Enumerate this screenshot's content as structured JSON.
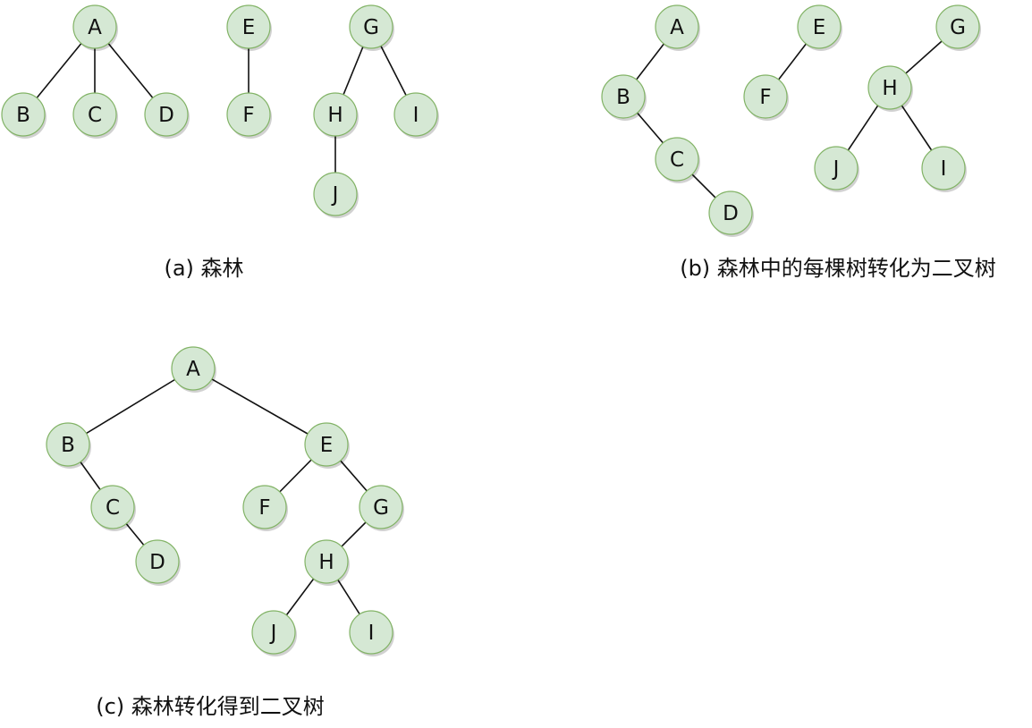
{
  "colors": {
    "node_fill": "#d5e8d4",
    "node_stroke": "#82b366",
    "edge": "#111111",
    "text": "#111111"
  },
  "panels": [
    {
      "id": "a",
      "caption": "(a) 森林",
      "nodes": [
        "A",
        "B",
        "C",
        "D",
        "E",
        "F",
        "G",
        "H",
        "I",
        "J"
      ],
      "edges": [
        [
          "A",
          "B"
        ],
        [
          "A",
          "C"
        ],
        [
          "A",
          "D"
        ],
        [
          "E",
          "F"
        ],
        [
          "G",
          "H"
        ],
        [
          "G",
          "I"
        ],
        [
          "H",
          "J"
        ]
      ]
    },
    {
      "id": "b",
      "caption": "(b) 森林中的每棵树转化为二叉树",
      "nodes": [
        "A",
        "B",
        "C",
        "D",
        "E",
        "F",
        "G",
        "H",
        "J",
        "I"
      ],
      "edges": [
        [
          "A",
          "B"
        ],
        [
          "B",
          "C"
        ],
        [
          "C",
          "D"
        ],
        [
          "E",
          "F"
        ],
        [
          "G",
          "H"
        ],
        [
          "H",
          "J"
        ],
        [
          "H",
          "I"
        ]
      ]
    },
    {
      "id": "c",
      "caption": "(c) 森林转化得到二叉树",
      "nodes": [
        "A",
        "B",
        "C",
        "D",
        "E",
        "F",
        "G",
        "H",
        "J",
        "I"
      ],
      "edges": [
        [
          "A",
          "B"
        ],
        [
          "A",
          "E"
        ],
        [
          "B",
          "C"
        ],
        [
          "C",
          "D"
        ],
        [
          "E",
          "F"
        ],
        [
          "E",
          "G"
        ],
        [
          "G",
          "H"
        ],
        [
          "H",
          "J"
        ],
        [
          "H",
          "I"
        ]
      ]
    }
  ]
}
